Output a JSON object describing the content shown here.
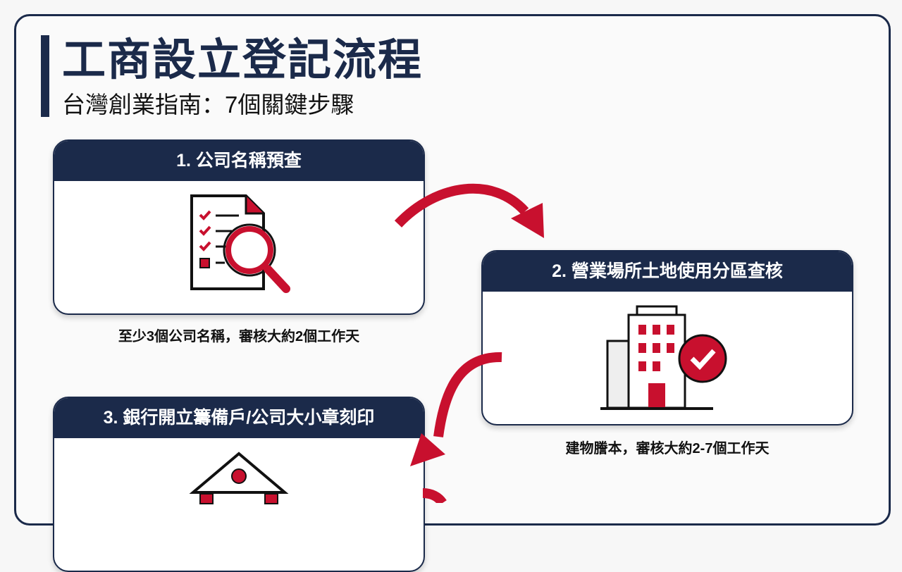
{
  "title": "工商設立登記流程",
  "subtitle": "台灣創業指南：7個關鍵步驟",
  "colors": {
    "navy": "#1b2a4a",
    "red": "#c8102e"
  },
  "steps": [
    {
      "label": "1. 公司名稱預查",
      "icon": "document-search-icon",
      "caption": "至少3個公司名稱，審核大約2個工作天"
    },
    {
      "label": "2. 營業場所土地使用分區查核",
      "icon": "building-check-icon",
      "caption": "建物謄本，審核大約2-7個工作天"
    },
    {
      "label": "3. 銀行開立籌備戶/公司大小章刻印",
      "icon": "bank-icon"
    }
  ]
}
